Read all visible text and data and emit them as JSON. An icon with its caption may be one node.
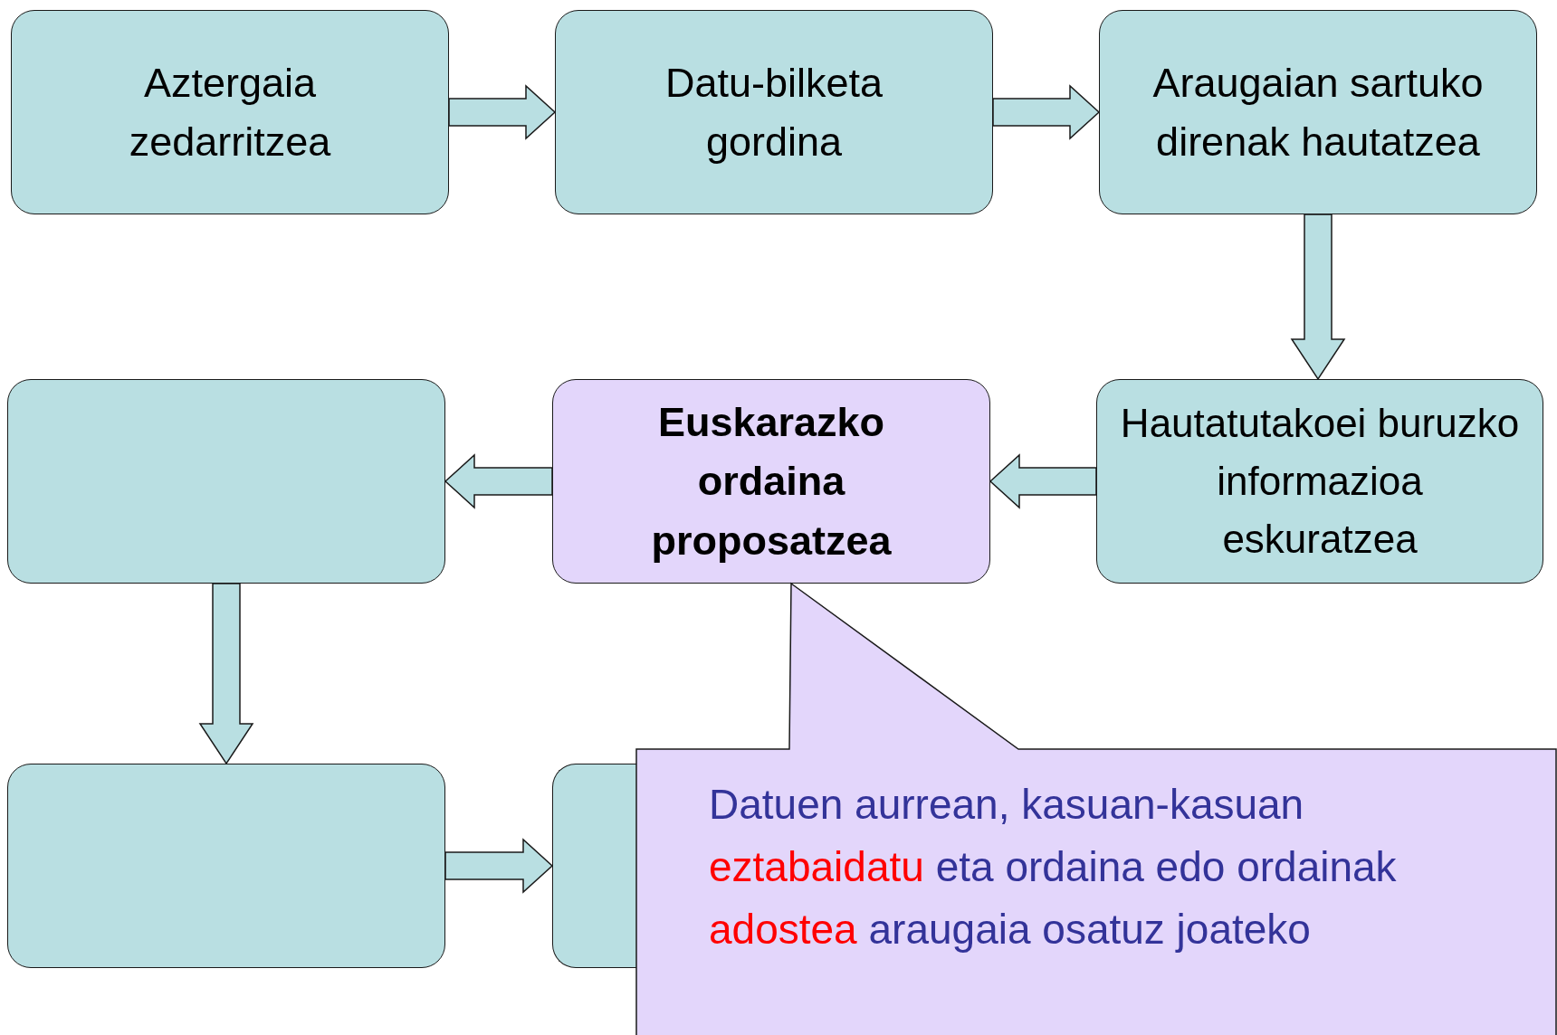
{
  "diagram": {
    "nodes": [
      {
        "text": [
          "Aztergaia zedarritzea"
        ]
      },
      {
        "text": [
          "Datu-bilketa gordina"
        ]
      },
      {
        "text": [
          "Araugaian sartuko direnak hautatzea"
        ]
      },
      {
        "text": [
          "Hautatutakoei buruzko informazioa eskuratzea"
        ]
      },
      {
        "text": [
          "Euskarazko ordaina proposatzea"
        ]
      },
      {
        "text": [],
        "shape": "box"
      },
      {
        "text": [],
        "shape": "box"
      },
      {
        "text": [],
        "shape": "box"
      },
      {
        "text": [
          "Datuen aurrean, kasuan-kasuan *eztabaidatu* eta ordaina edo ordainak *adostea* araugaia osatuz joateko"
        ]
      }
    ],
    "edges": [
      {
        "from": 0,
        "to": 1,
        "arrow": "to"
      },
      {
        "from": 1,
        "to": 2,
        "arrow": "to"
      },
      {
        "from": 2,
        "to": 3,
        "arrow": "to"
      },
      {
        "from": 3,
        "to": 4,
        "arrow": "to"
      },
      {
        "from": 4,
        "to": 5,
        "arrow": "to"
      },
      {
        "from": 5,
        "to": 6,
        "arrow": "to"
      },
      {
        "from": 6,
        "to": 7,
        "arrow": "to"
      }
    ]
  }
}
